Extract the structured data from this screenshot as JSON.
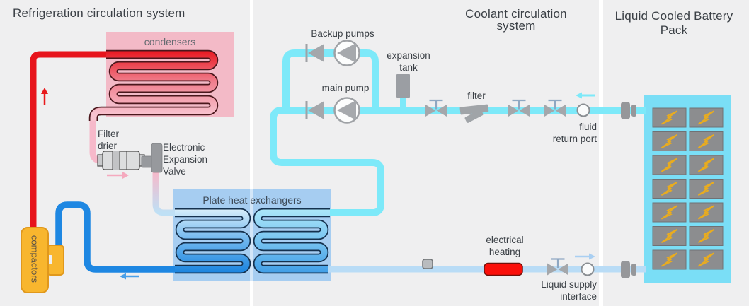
{
  "titles": {
    "refrigeration": "Refrigeration circulation system",
    "coolant": "Coolant circulation system",
    "battery_line1": "Liquid Cooled Battery",
    "battery_line2": "Pack"
  },
  "refrigeration": {
    "condensers": "condensers",
    "filter_drier_line1": "Filter",
    "filter_drier_line2": "drier",
    "eev_line1": "Electronic",
    "eev_line2": "Expansion",
    "eev_line3": "Valve",
    "compressor": "compactors"
  },
  "coolant": {
    "backup_pumps": "Backup pumps",
    "main_pump": "main pump",
    "expansion_tank_line1": "expansion",
    "expansion_tank_line2": "tank",
    "filter": "filter",
    "fluid_return_line1": "fluid",
    "fluid_return_line2": "return port",
    "plate_hx": "Plate heat exchangers",
    "electrical_heating_line1": "electrical",
    "electrical_heating_line2": "heating",
    "liquid_supply_line1": "Liquid supply",
    "liquid_supply_line2": "interface"
  },
  "battery": {
    "grid": {
      "rows": 7,
      "columns": 2
    },
    "cell_icon": "lightning-bolt-icon"
  },
  "flow_arrows": [
    {
      "name": "refrigerant-up-arrow",
      "direction": "up",
      "color": "#e8191c"
    },
    {
      "name": "refrigerant-right-arrow",
      "direction": "right",
      "color": "#f5a9be"
    },
    {
      "name": "chilled-return-left-arrow",
      "direction": "left",
      "color": "#4aa0e8"
    },
    {
      "name": "coolant-return-left-arrow",
      "direction": "left",
      "color": "#7de9f9"
    },
    {
      "name": "coolant-supply-right-arrow",
      "direction": "right",
      "color": "#a9cff2"
    }
  ],
  "colors": {
    "background": "#efeff0",
    "divider": "#ffffff",
    "hot_refrigerant": "#e7141c",
    "condensed_refrigerant": "#f6b9ca",
    "condenser_box": "#f3bac7",
    "coolant_pipe": "#7de9f9",
    "coolant_supply_pipe": "#b9dcf6",
    "chilled_return_pipe": "#1e87e2",
    "hx_box": "#a6cdf1",
    "battery_box": "#7adef6",
    "battery_cell": "#8c8d8f",
    "bolt_yellow": "#e9ac1f",
    "compressor_yellow": "#f8b62e",
    "heater_red": "#fa0f0a",
    "component_gray": "#9b9ea3"
  }
}
